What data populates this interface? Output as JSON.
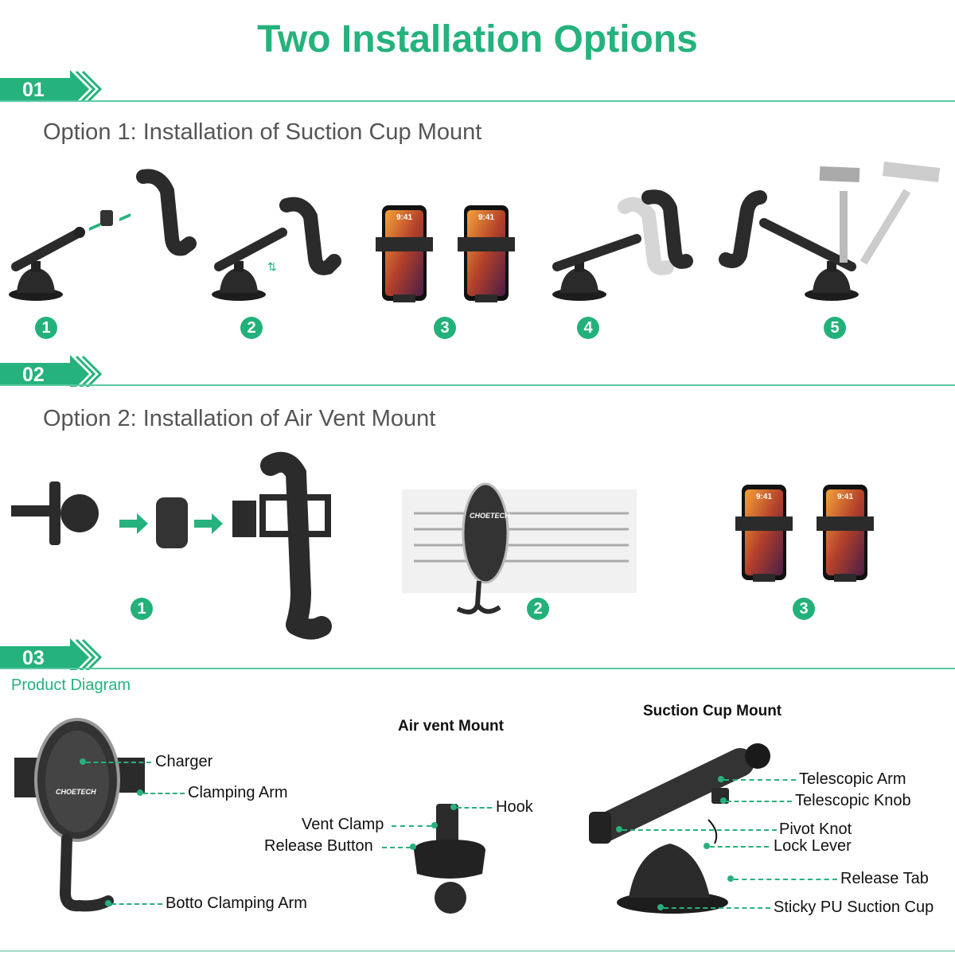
{
  "title": "Two Installation Options",
  "colors": {
    "accent": "#25b27c",
    "text": "#555555",
    "product": "#2b2b2b"
  },
  "sections": [
    {
      "number": "01",
      "heading": "Option 1: Installation of Suction Cup Mount",
      "steps": [
        "1",
        "2",
        "3",
        "4",
        "5"
      ]
    },
    {
      "number": "02",
      "heading": "Option 2: Installation of Air Vent Mount",
      "steps": [
        "1",
        "2",
        "3"
      ]
    },
    {
      "number": "03",
      "heading": "Product Diagram"
    }
  ],
  "diagram": {
    "holder_labels": [
      "Charger",
      "Clamping Arm",
      "Botto Clamping Arm"
    ],
    "air_vent": {
      "title": "Air vent Mount",
      "labels": [
        "Hook",
        "Vent Clamp",
        "Release Button"
      ]
    },
    "suction": {
      "title": "Suction Cup Mount",
      "labels": [
        "Telescopic Arm",
        "Telescopic Knob",
        "Pivot Knot",
        "Lock Lever",
        "Release Tab",
        "Sticky PU Suction Cup"
      ]
    }
  },
  "brand_logo": "CHOETECH",
  "phone_time": "9:41"
}
